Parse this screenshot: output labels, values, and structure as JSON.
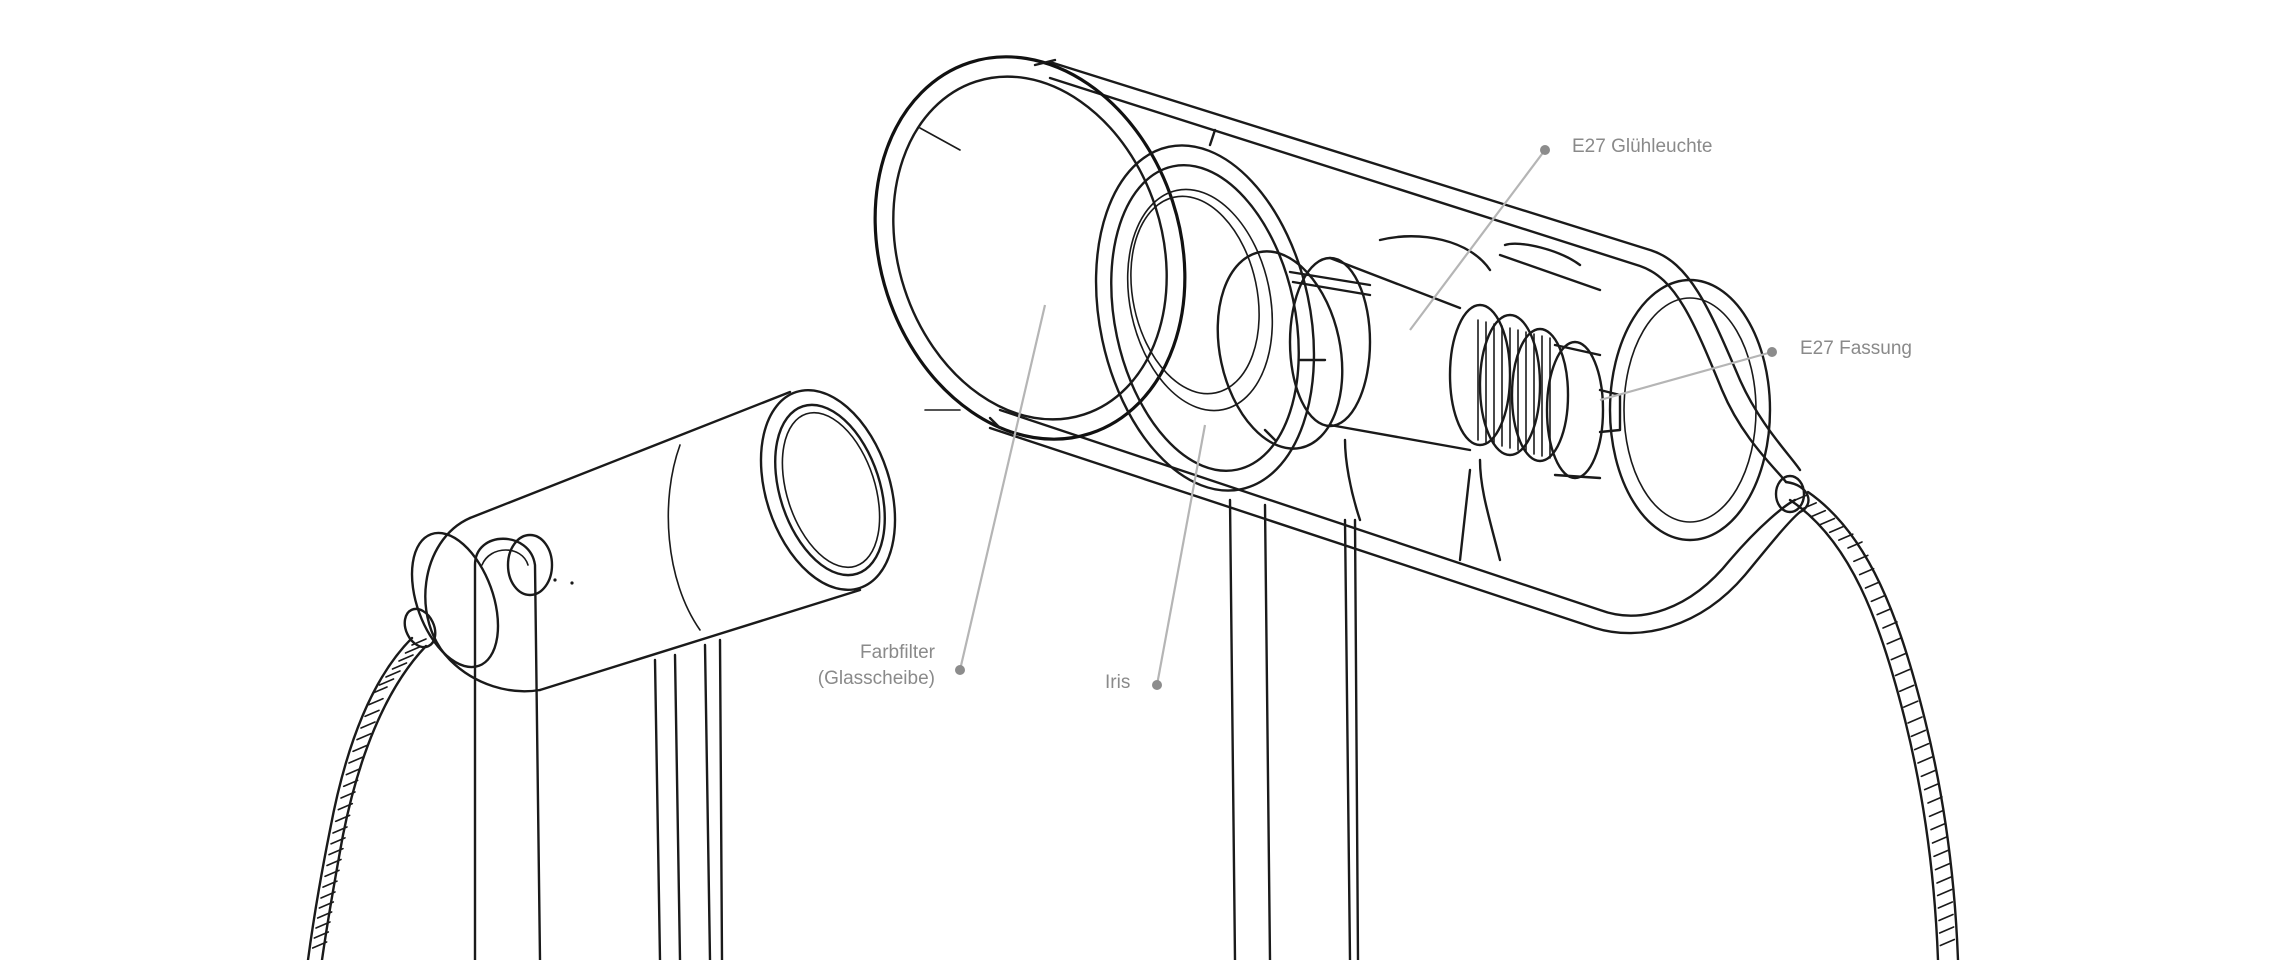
{
  "labels": {
    "gluehleuchte": "E27 Glühleuchte",
    "fassung": "E27 Fassung",
    "farbfilter_line1": "Farbfilter",
    "farbfilter_line2": "(Glasscheibe)",
    "iris": "Iris"
  },
  "colors": {
    "background": "#ffffff",
    "line_art": "#1a1a1a",
    "leader_line": "#b5b5b5",
    "label_text": "#8a8a8a"
  }
}
